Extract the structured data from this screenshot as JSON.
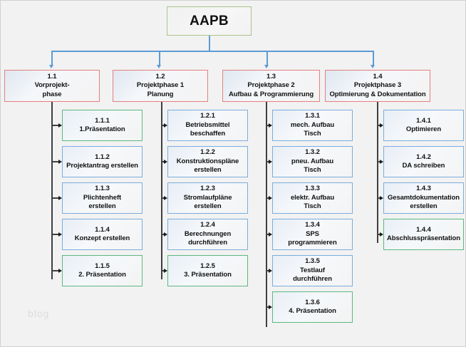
{
  "diagram": {
    "title": "AAPB",
    "watermark": "blog",
    "colors": {
      "background": "#f2f2f2",
      "root_border": "#a9c48a",
      "phase_border": "#e4807e",
      "task_border": "#7aaddc",
      "milestone_border": "#5cb87f",
      "trunk_connector": "#5b9bd5",
      "branch_connector": "#3f3f3f",
      "text": "#111111",
      "watermark_text": "#dcdcdc"
    },
    "root": {
      "label": "AAPB"
    },
    "phases": [
      {
        "code": "1.1",
        "lines": [
          "Vorprojekt-",
          "phase"
        ]
      },
      {
        "code": "1.2",
        "lines": [
          "Projektphase 1",
          "Planung"
        ]
      },
      {
        "code": "1.3",
        "lines": [
          "Projektphase 2",
          "Aufbau & Programmierung"
        ]
      },
      {
        "code": "1.4",
        "lines": [
          "Projektphase 3",
          "Optimierung & Dokumentation"
        ]
      }
    ],
    "columns": [
      {
        "parent": "1.1",
        "tasks": [
          {
            "code": "1.1.1",
            "lines": [
              "1.Präsentation"
            ],
            "type": "milestone"
          },
          {
            "code": "1.1.2",
            "lines": [
              "Projektantrag erstellen"
            ],
            "type": "task"
          },
          {
            "code": "1.1.3",
            "lines": [
              "Plichtenheft",
              "erstellen"
            ],
            "type": "task"
          },
          {
            "code": "1.1.4",
            "lines": [
              "Konzept erstellen"
            ],
            "type": "task"
          },
          {
            "code": "1.1.5",
            "lines": [
              "2. Präsentation"
            ],
            "type": "milestone"
          }
        ]
      },
      {
        "parent": "1.2",
        "tasks": [
          {
            "code": "1.2.1",
            "lines": [
              "Betriebsmittel",
              "beschaffen"
            ],
            "type": "task"
          },
          {
            "code": "1.2.2",
            "lines": [
              "Konstruktionspläne",
              "erstellen"
            ],
            "type": "task"
          },
          {
            "code": "1.2.3",
            "lines": [
              "Stromlaufpläne",
              "erstellen"
            ],
            "type": "task"
          },
          {
            "code": "1.2.4",
            "lines": [
              "Berechnungen",
              "durchführen"
            ],
            "type": "task"
          },
          {
            "code": "1.2.5",
            "lines": [
              "3. Präsentation"
            ],
            "type": "milestone"
          }
        ]
      },
      {
        "parent": "1.3",
        "tasks": [
          {
            "code": "1.3.1",
            "lines": [
              "mech. Aufbau",
              "Tisch"
            ],
            "type": "task"
          },
          {
            "code": "1.3.2",
            "lines": [
              "pneu. Aufbau",
              "Tisch"
            ],
            "type": "task"
          },
          {
            "code": "1.3.3",
            "lines": [
              "elektr. Aufbau",
              "Tisch"
            ],
            "type": "task"
          },
          {
            "code": "1.3.4",
            "lines": [
              "SPS",
              "programmieren"
            ],
            "type": "task"
          },
          {
            "code": "1.3.5",
            "lines": [
              "Testlauf",
              "durchführen"
            ],
            "type": "task"
          },
          {
            "code": "1.3.6",
            "lines": [
              "4. Präsentation"
            ],
            "type": "milestone"
          }
        ]
      },
      {
        "parent": "1.4",
        "tasks": [
          {
            "code": "1.4.1",
            "lines": [
              "Optimieren"
            ],
            "type": "task"
          },
          {
            "code": "1.4.2",
            "lines": [
              "DA schreiben"
            ],
            "type": "task"
          },
          {
            "code": "1.4.3",
            "lines": [
              "Gesamtdokumentation",
              "erstellen"
            ],
            "type": "task"
          },
          {
            "code": "1.4.4",
            "lines": [
              "Abschlusspräsentation"
            ],
            "type": "milestone"
          }
        ]
      }
    ]
  }
}
